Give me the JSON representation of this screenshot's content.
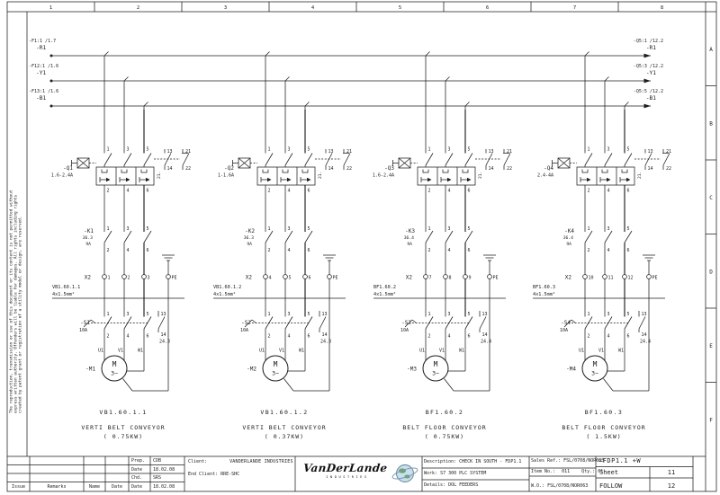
{
  "page": {
    "columns": [
      "1",
      "2",
      "3",
      "4",
      "5",
      "6",
      "7",
      "8"
    ],
    "rows": [
      "A",
      "B",
      "C",
      "D",
      "E",
      "F"
    ],
    "disclaimer_lines": [
      "The reproduction, transmission or use of this document or its content is not permitted without",
      "express written authority. Offenders will be liable for damages. All rights including rights",
      "created by patent grant or registration of a utility model or design, are reserved."
    ]
  },
  "buses": [
    {
      "name": "-R1",
      "left_ref": "-F1:1 /1.7",
      "right_ref": "-Q5:1 /12.2"
    },
    {
      "name": "-Y1",
      "left_ref": "-F12:1 /1.6",
      "right_ref": "-Q5:3 /12.2"
    },
    {
      "name": "-B1",
      "left_ref": "-F13:1 /1.6",
      "right_ref": "-Q5:5 /12.2"
    }
  ],
  "circuits": [
    {
      "breaker": {
        "tag": "-Q1",
        "rating": "1.6-2.4A",
        "top": [
          "1",
          "3",
          "5"
        ],
        "bottom": [
          "2",
          "4",
          "6"
        ],
        "aux_no": [
          "13",
          "14"
        ],
        "aux_nc": [
          "21",
          "22"
        ],
        "aux_ref": "21."
      },
      "contactor": {
        "tag": "-K1",
        "ref": "36.3",
        "rating": "9A",
        "top": [
          "1",
          "3",
          "5"
        ],
        "bottom": [
          "2",
          "4",
          "6"
        ]
      },
      "terminals": {
        "strip": "X2",
        "numbers": [
          "1",
          "2",
          "3"
        ],
        "pe": "PE"
      },
      "cable": {
        "name": "VB1.60.1.1",
        "size": "4x1.5mm²"
      },
      "isolator": {
        "tag": "-S1",
        "rating": "10A",
        "top": [
          "1",
          "3",
          "5"
        ],
        "bottom": [
          "2",
          "4",
          "6"
        ],
        "aux": [
          "13",
          "14"
        ],
        "aux_ref": "24.3"
      },
      "motor": {
        "tag": "-M1",
        "letter": "M",
        "phases": "3~",
        "terminals": [
          "U1",
          "V1",
          "W1"
        ]
      },
      "label": {
        "code": "VB1.60.1.1",
        "name": "VERTI BELT CONVEYOR",
        "power": "( 0.75KW)"
      }
    },
    {
      "breaker": {
        "tag": "-Q2",
        "rating": "1-1.6A",
        "top": [
          "1",
          "3",
          "5"
        ],
        "bottom": [
          "2",
          "4",
          "6"
        ],
        "aux_no": [
          "13",
          "14"
        ],
        "aux_nc": [
          "21",
          "22"
        ],
        "aux_ref": "21."
      },
      "contactor": {
        "tag": "-K2",
        "ref": "36.3",
        "rating": "9A",
        "top": [
          "1",
          "3",
          "5"
        ],
        "bottom": [
          "2",
          "4",
          "6"
        ]
      },
      "terminals": {
        "strip": "X2",
        "numbers": [
          "4",
          "5",
          "6"
        ],
        "pe": "PE"
      },
      "cable": {
        "name": "VB1.60.1.2",
        "size": "4x1.5mm²"
      },
      "isolator": {
        "tag": "-S2",
        "rating": "10A",
        "top": [
          "1",
          "3",
          "5"
        ],
        "bottom": [
          "2",
          "4",
          "6"
        ],
        "aux": [
          "13",
          "14"
        ],
        "aux_ref": "24.3"
      },
      "motor": {
        "tag": "-M2",
        "letter": "M",
        "phases": "3~",
        "terminals": [
          "U1",
          "V1",
          "W1"
        ]
      },
      "label": {
        "code": "VB1.60.1.2",
        "name": "VERTI BELT CONVEYOR",
        "power": "( 0.37KW)"
      }
    },
    {
      "breaker": {
        "tag": "-Q3",
        "rating": "1.6-2.4A",
        "top": [
          "1",
          "3",
          "5"
        ],
        "bottom": [
          "2",
          "4",
          "6"
        ],
        "aux_no": [
          "13",
          "14"
        ],
        "aux_nc": [
          "21",
          "22"
        ],
        "aux_ref": "21."
      },
      "contactor": {
        "tag": "-K3",
        "ref": "36.4",
        "rating": "9A",
        "top": [
          "1",
          "3",
          "5"
        ],
        "bottom": [
          "2",
          "4",
          "6"
        ]
      },
      "terminals": {
        "strip": "X2",
        "numbers": [
          "7",
          "8",
          "9"
        ],
        "pe": "PE"
      },
      "cable": {
        "name": "BF1.60.2",
        "size": "4x1.5mm²"
      },
      "isolator": {
        "tag": "-S3",
        "rating": "10A",
        "top": [
          "1",
          "3",
          "5"
        ],
        "bottom": [
          "2",
          "4",
          "6"
        ],
        "aux": [
          "13",
          "14"
        ],
        "aux_ref": "24.4"
      },
      "motor": {
        "tag": "-M3",
        "letter": "M",
        "phases": "3~",
        "terminals": [
          "U1",
          "V1",
          "W1"
        ]
      },
      "label": {
        "code": "BF1.60.2",
        "name": "BELT FLOOR CONVEYOR",
        "power": "( 0.75KW)"
      }
    },
    {
      "breaker": {
        "tag": "-Q4",
        "rating": "2.4-4A",
        "top": [
          "1",
          "3",
          "5"
        ],
        "bottom": [
          "2",
          "4",
          "6"
        ],
        "aux_no": [
          "13",
          "14"
        ],
        "aux_nc": [
          "21",
          "22"
        ],
        "aux_ref": "21."
      },
      "contactor": {
        "tag": "-K4",
        "ref": "36.4",
        "rating": "9A",
        "top": [
          "1",
          "3",
          "5"
        ],
        "bottom": [
          "2",
          "4",
          "6"
        ]
      },
      "terminals": {
        "strip": "X2",
        "numbers": [
          "10",
          "11",
          "12"
        ],
        "pe": "PE"
      },
      "cable": {
        "name": "BF1.60.3",
        "size": "4x1.5mm²"
      },
      "isolator": {
        "tag": "-S4",
        "rating": "10A",
        "top": [
          "1",
          "3",
          "5"
        ],
        "bottom": [
          "2",
          "4",
          "6"
        ],
        "aux": [
          "13",
          "14"
        ],
        "aux_ref": "24.4"
      },
      "motor": {
        "tag": "-M4",
        "letter": "M",
        "phases": "3~",
        "terminals": [
          "U1",
          "V1",
          "W1"
        ]
      },
      "label": {
        "code": "BF1.60.3",
        "name": "BELT FLOOR CONVEYOR",
        "power": "( 1.5KW)"
      }
    }
  ],
  "title_block": {
    "revision": {
      "issue": "Issue",
      "remarks": "Remarks",
      "name": "Name",
      "date": "Date"
    },
    "prepared": {
      "prep_label": "Prep.",
      "prep": "CDB",
      "date1_label": "Date",
      "date1": "18.02.08",
      "chd_label": "Chd.",
      "chd": "SRS",
      "date2_label": "Date",
      "date2": "18.02.08"
    },
    "client_label": "Client:",
    "client": "VANDERLANDE INDUSTRIES",
    "end_client_label": "End Client:",
    "end_client": "RRE-SHC",
    "logo": {
      "name": "VanDerLande",
      "sub": "INDUSTRIES"
    },
    "description_label": "Description:",
    "description": "CHECK IN SOUTH - FDP1.1",
    "work_label": "Work:",
    "work": "S7 300 PLC SYSTEM",
    "details_label": "Details:",
    "details": "DOL FEEDERS",
    "sales_ref_label": "Sales Ref.:",
    "sales_ref": "FSL/0708/NOR063",
    "item_label": "Item No.:",
    "item": "011",
    "qty_label": "Qty.:",
    "qty": "01",
    "wo_label": "W.O.:",
    "wo": "FSL/0708/NOR063",
    "location": "=FDP1.1 +W",
    "sheet_label": "Sheet",
    "sheet": "11",
    "follow_label": "FOLLOW",
    "follow": "12"
  }
}
